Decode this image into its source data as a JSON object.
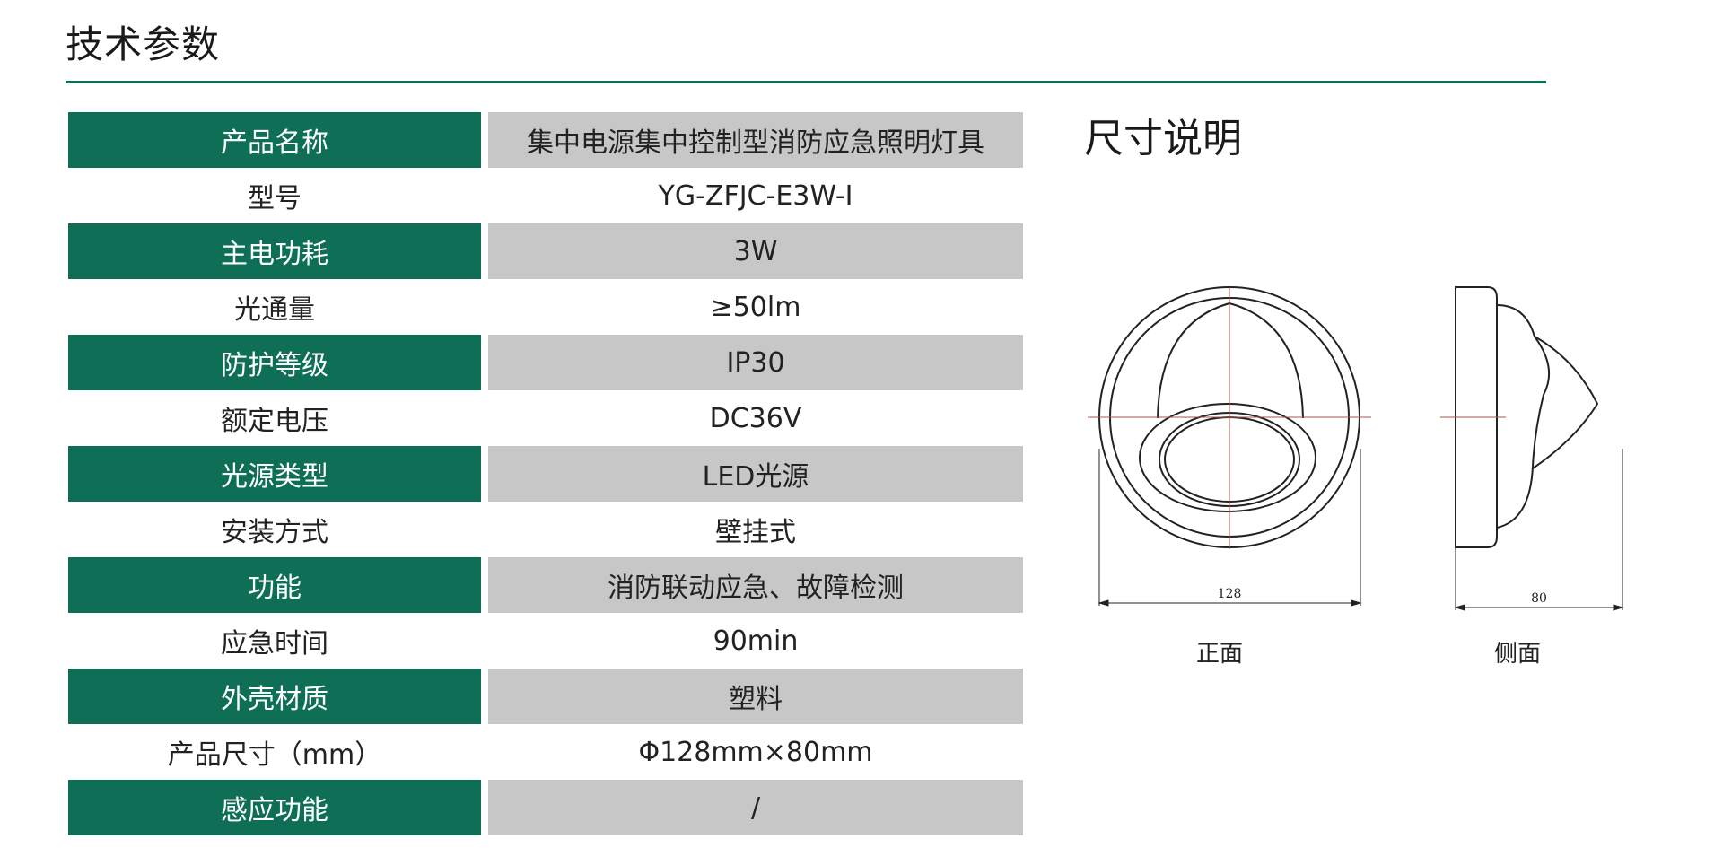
{
  "header": {
    "title": "技术参数"
  },
  "spec_table": [
    {
      "label": "产品名称",
      "value": "集中电源集中控制型消防应急照明灯具"
    },
    {
      "label": "型号",
      "value": "YG-ZFJC-E3W-Ⅰ"
    },
    {
      "label": "主电功耗",
      "value": "3W"
    },
    {
      "label": "光通量",
      "value": "≥50lm"
    },
    {
      "label": "防护等级",
      "value": "IP30"
    },
    {
      "label": "额定电压",
      "value": "DC36V"
    },
    {
      "label": "光源类型",
      "value": "LED光源"
    },
    {
      "label": "安装方式",
      "value": "壁挂式"
    },
    {
      "label": "功能",
      "value": "消防联动应急、故障检测"
    },
    {
      "label": "应急时间",
      "value": "90min"
    },
    {
      "label": "外壳材质",
      "value": "塑料"
    },
    {
      "label": "产品尺寸（mm）",
      "value": "Φ128mm×80mm"
    },
    {
      "label": "感应功能",
      "value": "/"
    }
  ],
  "dimensions": {
    "title": "尺寸说明",
    "front_view": {
      "caption": "正面",
      "dimension": "128"
    },
    "side_view": {
      "caption": "侧面",
      "dimension": "80"
    }
  },
  "colors": {
    "accent": "#0f6e56",
    "cell_gray": "#c7c7c7"
  }
}
